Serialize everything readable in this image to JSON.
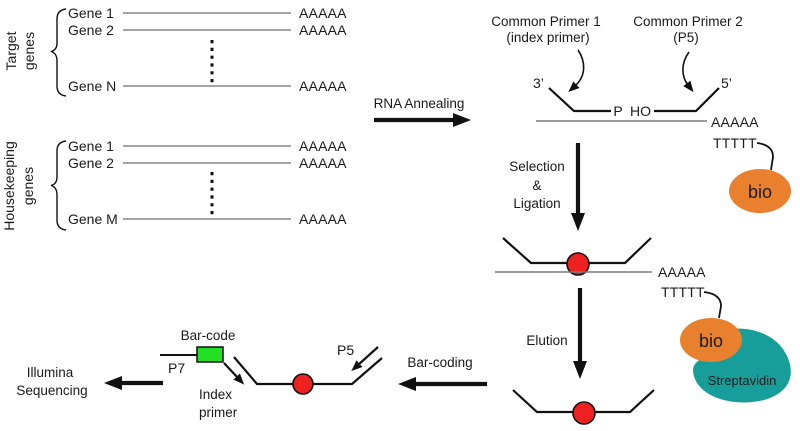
{
  "colors": {
    "bio_orange": "#E8802D",
    "streptavidin_teal": "#189E9A",
    "circle_red": "#EE2020",
    "barcode_green": "#24E024"
  },
  "groups": {
    "target": {
      "label_line1": "Target",
      "label_line2": "genes",
      "rows": [
        "Gene 1",
        "Gene 2",
        "Gene N"
      ]
    },
    "housekeeping": {
      "label_line1": "Housekeeping",
      "label_line2": "genes",
      "rows": [
        "Gene 1",
        "Gene 2",
        "Gene M"
      ]
    }
  },
  "sequences": {
    "poly_a": "AAAAA",
    "poly_t": "TTTTT"
  },
  "steps": {
    "rna_annealing": "RNA Annealing",
    "selection_line1": "Selection",
    "selection_line2": "&",
    "selection_line3": "Ligation",
    "elution": "Elution",
    "bar_coding": "Bar-coding",
    "illumina_line1": "Illumina",
    "illumina_line2": "Sequencing"
  },
  "primers": {
    "common1_line1": "Common Primer 1",
    "common1_line2": "(index primer)",
    "common2_line1": "Common Primer 2",
    "common2_line2": "(P5)",
    "three_prime": "3’",
    "five_prime": "5’",
    "phosphate": "P",
    "hydroxyl": "HO",
    "p5": "P5",
    "p7": "P7",
    "bar_code": "Bar-code",
    "index_line1": "Index",
    "index_line2": "primer"
  },
  "molecules": {
    "bio": "bio",
    "streptavidin": "Streptavidin"
  }
}
